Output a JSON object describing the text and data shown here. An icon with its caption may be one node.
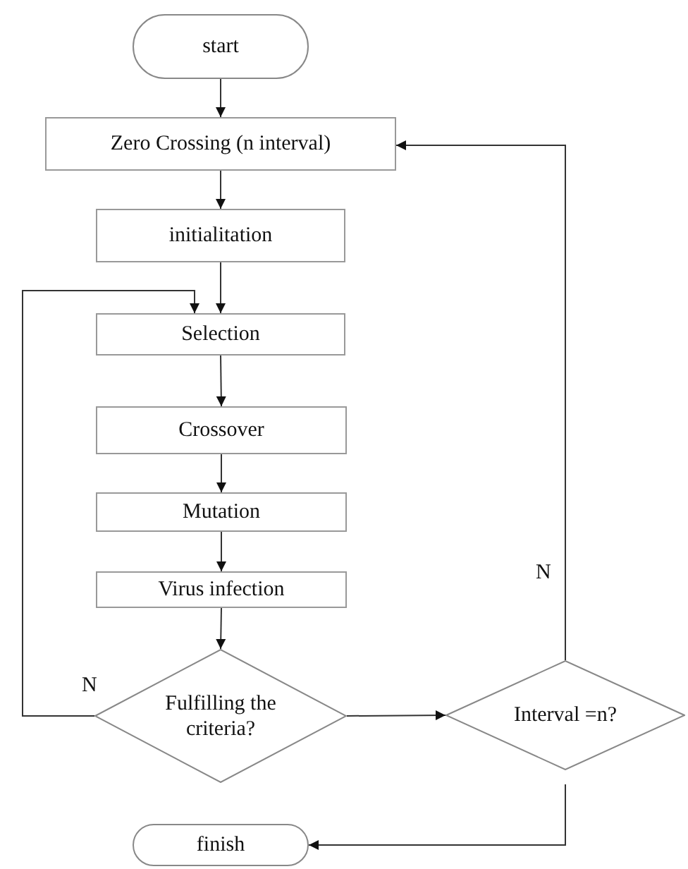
{
  "diagram": {
    "nodes": [
      {
        "text": [
          "start"
        ]
      },
      {
        "text": [
          "Zero Crossing (n interval)"
        ]
      },
      {
        "text": [
          "initialitation"
        ]
      },
      {
        "text": [
          "Selection"
        ]
      },
      {
        "text": [
          "Crossover"
        ]
      },
      {
        "text": [
          "Mutation"
        ]
      },
      {
        "text": [
          "Virus infection"
        ]
      },
      {
        "text": [
          "Fulfilling the criteria?"
        ]
      },
      {
        "text": [
          "Interval =n?"
        ]
      },
      {
        "text": [
          "finish"
        ]
      }
    ],
    "edges": [
      {
        "from": 0,
        "to": 1,
        "arrow": "to"
      },
      {
        "from": 1,
        "to": 2,
        "arrow": "to"
      },
      {
        "from": 2,
        "to": 3,
        "arrow": "to"
      },
      {
        "from": 3,
        "to": 4,
        "arrow": "to"
      },
      {
        "from": 4,
        "to": 5,
        "arrow": "to"
      },
      {
        "from": 5,
        "to": 6,
        "arrow": "to"
      },
      {
        "from": 6,
        "to": 7,
        "arrow": "to"
      },
      {
        "from": 7,
        "to": 3,
        "arrow": "to",
        "label": "N"
      },
      {
        "from": 7,
        "to": 8,
        "arrow": "to"
      },
      {
        "from": 8,
        "to": 1,
        "arrow": "to",
        "label": "N"
      },
      {
        "from": 8,
        "to": 9,
        "arrow": "to"
      }
    ]
  }
}
